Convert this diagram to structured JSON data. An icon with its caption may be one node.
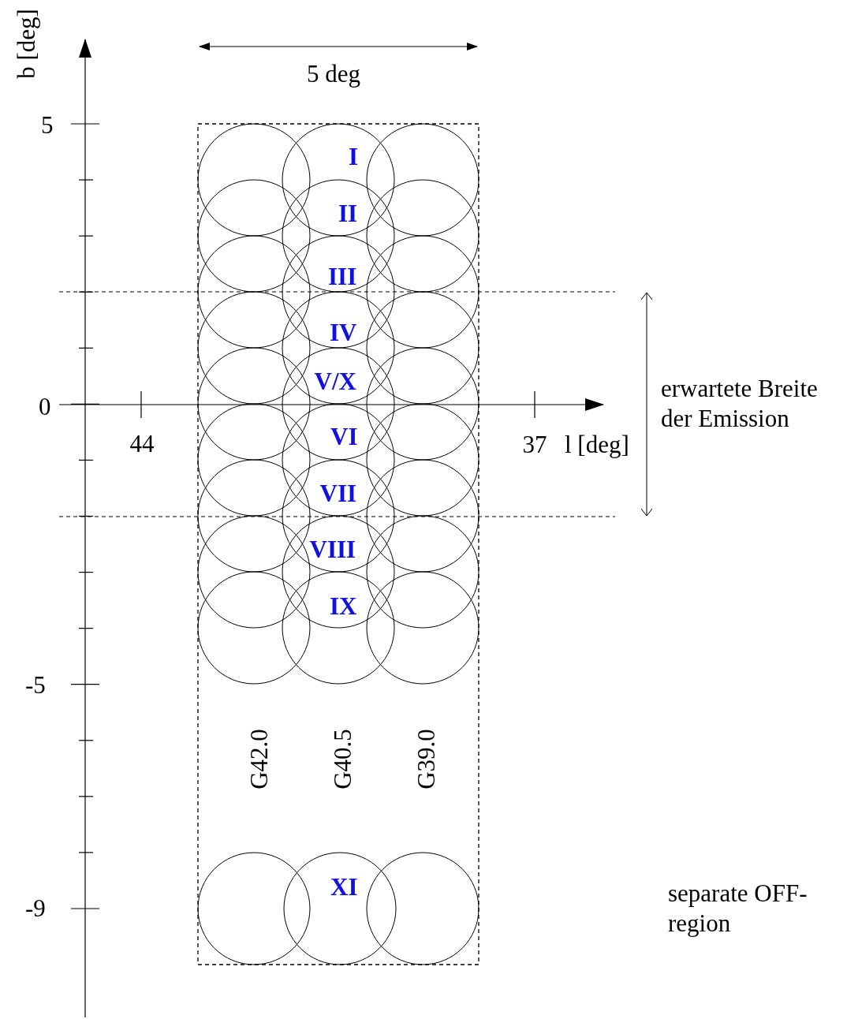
{
  "diagram": {
    "labels": [
      "b [deg]",
      "5 deg",
      "5",
      "I",
      "II",
      "III",
      "IV",
      "V/X",
      "0",
      "erwartete Breite der Emission",
      "44",
      "VI",
      "37",
      "l [deg]",
      "VII",
      "VIII",
      "IX",
      "-5",
      "G42.0",
      "G40.5",
      "G39.0",
      "XI",
      "-9",
      "separate OFF-region"
    ]
  }
}
